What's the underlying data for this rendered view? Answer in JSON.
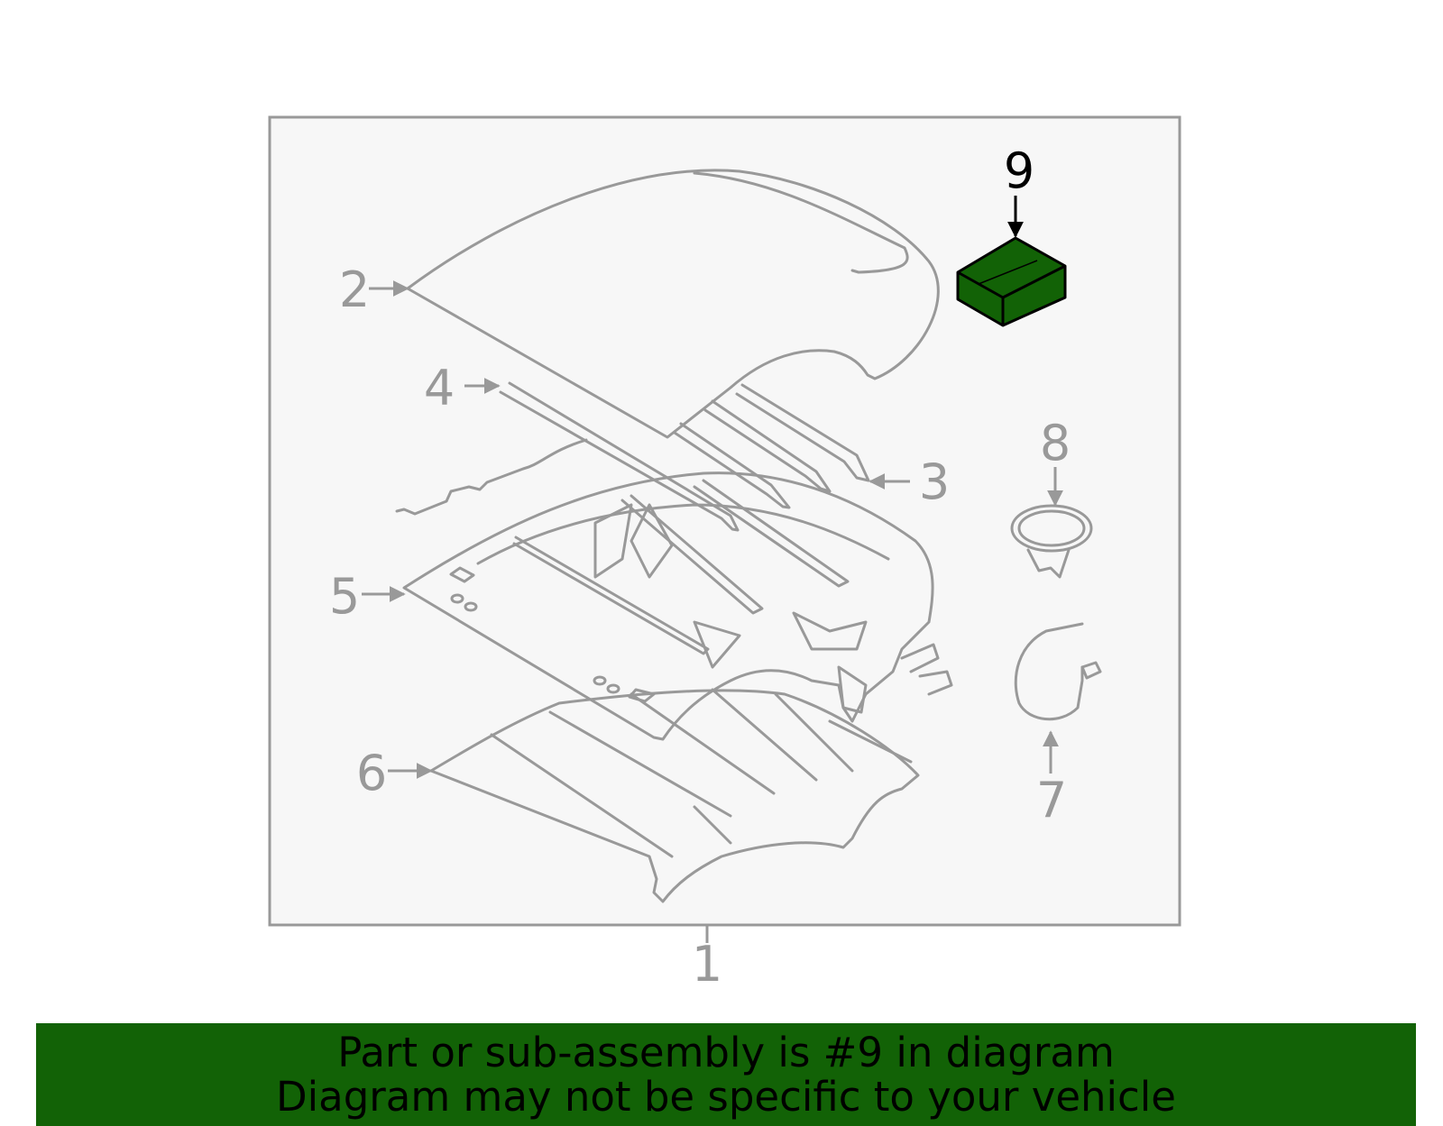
{
  "diagram": {
    "colors": {
      "panel_bg": "#f7f7f7",
      "line": "#999999",
      "highlight_fill": "#126206",
      "highlight_text": "#000000"
    },
    "highlighted_part": "9",
    "callouts": [
      {
        "id": "1",
        "label": "1"
      },
      {
        "id": "2",
        "label": "2"
      },
      {
        "id": "3",
        "label": "3"
      },
      {
        "id": "4",
        "label": "4"
      },
      {
        "id": "5",
        "label": "5"
      },
      {
        "id": "6",
        "label": "6"
      },
      {
        "id": "7",
        "label": "7"
      },
      {
        "id": "8",
        "label": "8"
      },
      {
        "id": "9",
        "label": "9"
      }
    ]
  },
  "banner": {
    "background": "#126206",
    "line1": "Part or sub-assembly is #9 in diagram",
    "line2": "Diagram may not be specific to your vehicle"
  }
}
